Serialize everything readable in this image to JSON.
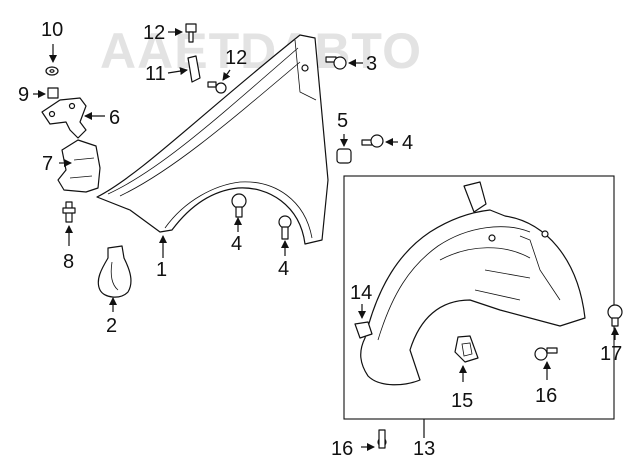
{
  "watermark": "AAETDABTO",
  "callouts": {
    "c1": "1",
    "c2": "2",
    "c3": "3",
    "c4a": "4",
    "c4b": "4",
    "c4c": "4",
    "c5": "5",
    "c6": "6",
    "c7": "7",
    "c8": "8",
    "c9": "9",
    "c10": "10",
    "c11": "11",
    "c12a": "12",
    "c12b": "12",
    "c13": "13",
    "c14": "14",
    "c15": "15",
    "c16a": "16",
    "c16b": "16",
    "c17": "17"
  }
}
